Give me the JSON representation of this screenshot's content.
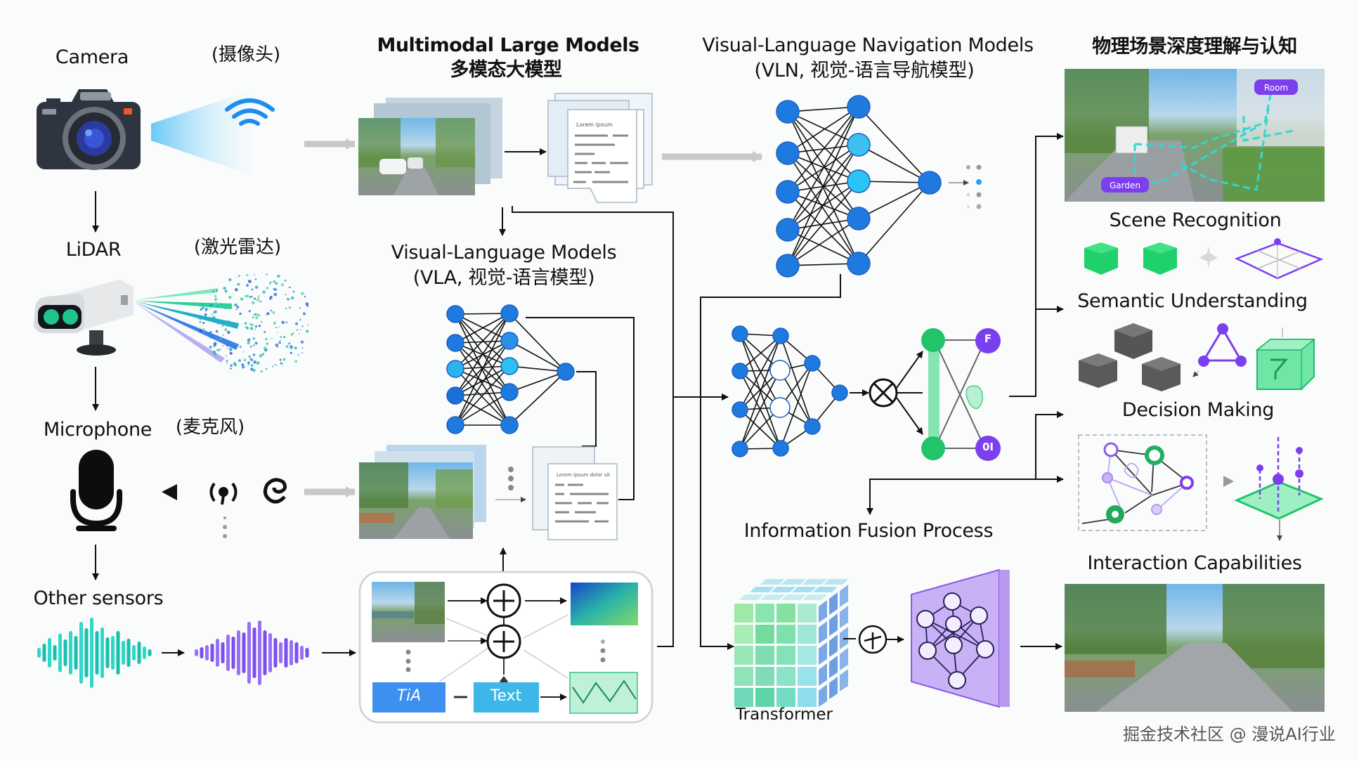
{
  "sensors": {
    "camera": {
      "label": "Camera",
      "cn": "(摄像头)",
      "icon": "camera-icon"
    },
    "lidar": {
      "label": "LiDAR",
      "cn": "(激光雷达)",
      "icon": "lidar-icon"
    },
    "microphone": {
      "label": "Microphone",
      "cn": "(麦克风)",
      "icon": "microphone-icon"
    },
    "other": {
      "label": "Other sensors",
      "icon": "waveform-icon"
    }
  },
  "multimodal": {
    "title": "Multimodal Large Models",
    "title_cn": "多模态大模型",
    "doc_heading": "Lorem ipsum"
  },
  "vla": {
    "title": "Visual-Language Models",
    "subtitle": "(VLA, 视觉-语言模型)",
    "doc_heading": "Lorem ipsum dolor sit"
  },
  "vln": {
    "title": "Visual-Language Navigation Models",
    "subtitle": "(VLN, 视觉-语言导航模型)"
  },
  "fusion_box": {
    "tile_a": "TiA",
    "tile_text": "Text"
  },
  "fusion": {
    "title": "Information Fusion Process",
    "node_top": "F",
    "node_bottom": "0I"
  },
  "transformer": {
    "label": "Transformer"
  },
  "cognition": {
    "title": "物理场景深度理解与认知",
    "scene_tags": [
      "Room",
      "Garden"
    ],
    "stages": [
      "Scene Recognition",
      "Semantic Understanding",
      "Decision Making",
      "Interaction Capabilities"
    ]
  },
  "watermark": "掘金技术社区 @ 漫说AI行业",
  "colors": {
    "blue": "#1f7ae0",
    "cyan": "#27b7ef",
    "green": "#22c46a",
    "purple": "#7b3ff0",
    "teal": "#1fc2b5"
  }
}
